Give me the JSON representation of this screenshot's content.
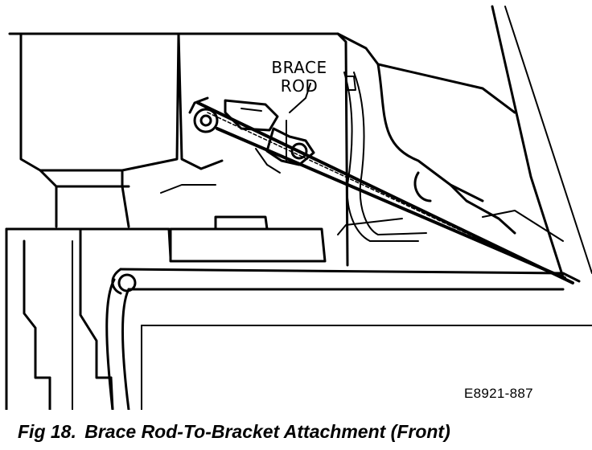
{
  "figure": {
    "callout_label_line1": "BRACE",
    "callout_label_line2": "ROD",
    "figure_id": "E8921-887"
  },
  "caption": {
    "number": "Fig 18.",
    "title": "Brace Rod-To-Bracket Attachment (Front)"
  },
  "colors": {
    "ink": "#000000",
    "paper": "#ffffff"
  }
}
